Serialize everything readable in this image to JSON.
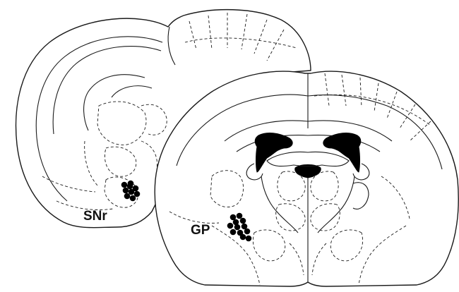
{
  "labels": {
    "snr": "SNr",
    "gp": "GP"
  },
  "colors": {
    "line": "#1a1a1a",
    "marker": "#000000",
    "background": "#ffffff"
  },
  "injection_sites": {
    "snr_count": 9,
    "gp_count": 12
  }
}
